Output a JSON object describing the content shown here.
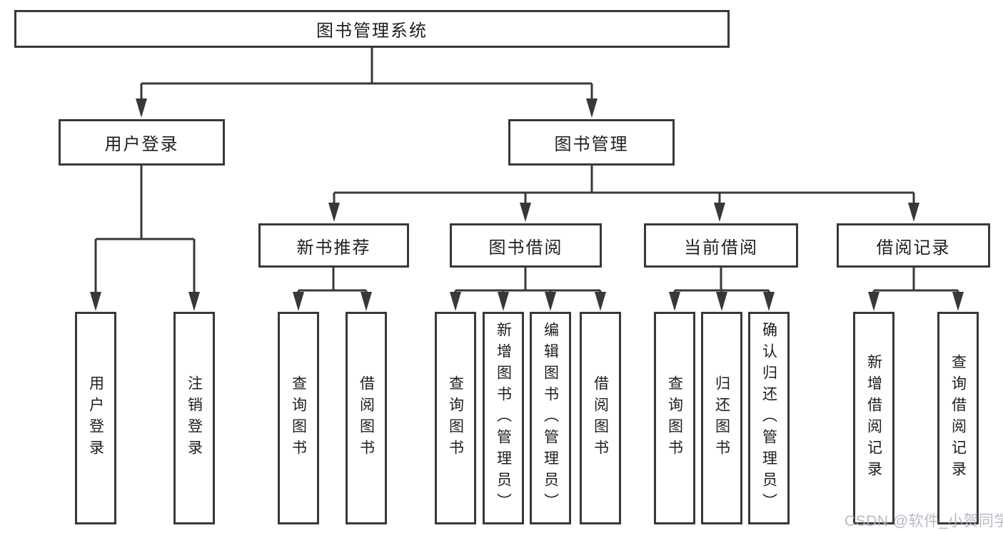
{
  "tree": {
    "root": "图书管理系统",
    "children": [
      {
        "label": "用户登录",
        "children": [
          {
            "label": "用户登录"
          },
          {
            "label": "注销登录"
          }
        ]
      },
      {
        "label": "图书管理",
        "children": [
          {
            "label": "新书推荐",
            "children": [
              {
                "label": "查询图书"
              },
              {
                "label": "借阅图书"
              }
            ]
          },
          {
            "label": "图书借阅",
            "children": [
              {
                "label": "查询图书"
              },
              {
                "label": "新增图书（管理员）"
              },
              {
                "label": "编辑图书（管理员）"
              },
              {
                "label": "借阅图书"
              }
            ]
          },
          {
            "label": "当前借阅",
            "children": [
              {
                "label": "查询图书"
              },
              {
                "label": "归还图书"
              },
              {
                "label": "确认归还（管理员）"
              }
            ]
          },
          {
            "label": "借阅记录",
            "children": [
              {
                "label": "新增借阅记录"
              },
              {
                "label": "查询借阅记录"
              }
            ]
          }
        ]
      }
    ]
  },
  "watermark": {
    "text": "CSDN @软件_小贺同学"
  },
  "colors": {
    "line": "#383838",
    "box_border": "#383838",
    "text": "#1e1e1e",
    "watermark": "#b2b5be",
    "background": "#ffffff"
  }
}
